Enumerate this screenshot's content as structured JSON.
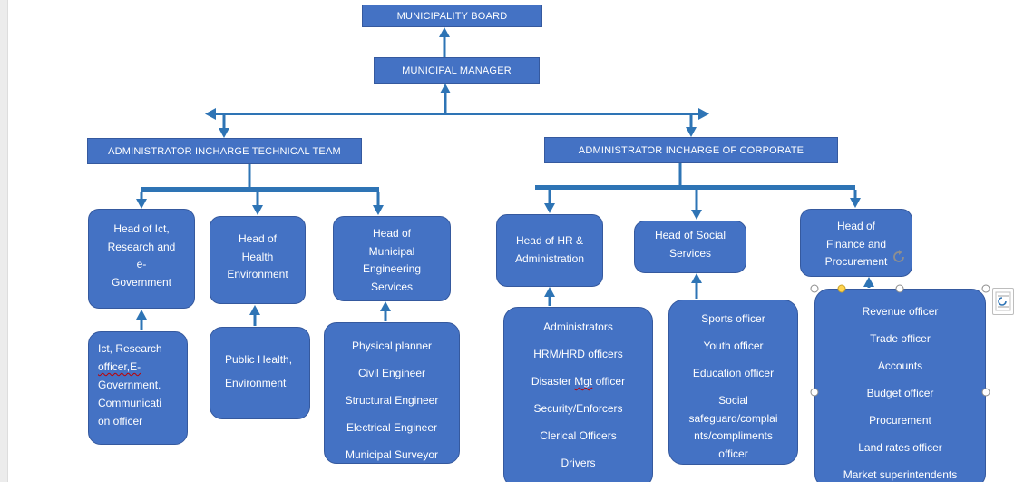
{
  "colors": {
    "shape_fill": "#4472C4",
    "shape_border": "#35599E",
    "connector": "#2E74B5",
    "text": "#FFFFFF",
    "spellcheck_underline": "#C00000",
    "selection_handle_border": "#8C8C8C",
    "adjust_handle": "#FFD34F",
    "page_background": "#FFFFFF"
  },
  "icons": {
    "rotate_handle": "circular-arrow",
    "layout_options": "layout-options-page"
  },
  "org": {
    "board": "MUNICIPALITY BOARD",
    "manager": "MUNICIPAL MANAGER",
    "admin_technical": "ADMINISTRATOR INCHARGE TECHNICAL TEAM",
    "admin_corporate": "ADMINISTRATOR INCHARGE OF CORPORATE",
    "head_ict": {
      "lines": [
        "Head of Ict,",
        "Research and",
        "e-",
        "Government"
      ]
    },
    "head_health": {
      "lines": [
        "Head of",
        "Health",
        "Environment"
      ]
    },
    "head_engineering": {
      "lines": [
        "Head of",
        "Municipal",
        "Engineering",
        "Services"
      ]
    },
    "head_hr": {
      "lines": [
        "Head of HR &",
        "Administration"
      ]
    },
    "head_social": {
      "lines": [
        "Head of Social",
        "Services"
      ]
    },
    "head_finance": {
      "lines": [
        "Head of",
        "Finance and",
        "Procurement"
      ]
    },
    "staff_ict": {
      "lines": [
        "Ict, Research",
        "officer,E-",
        "Government.",
        "Communicati",
        "on officer"
      ]
    },
    "staff_health": {
      "lines": [
        "Public Health,",
        "Environment"
      ]
    },
    "staff_engineering": {
      "lines": [
        "Physical planner",
        "Civil Engineer",
        "Structural Engineer",
        "Electrical Engineer",
        "Municipal Surveyor"
      ]
    },
    "staff_hr": {
      "line1": "Administrators",
      "line2": "HRM/HRD officers",
      "line3_pre": "Disaster ",
      "line3_misspelled": "Mgt",
      "line3_post": " officer",
      "line4": "Security/Enforcers",
      "line5": "Clerical Officers",
      "line6": "Drivers"
    },
    "staff_social": {
      "lines": [
        "Sports officer",
        "Youth officer",
        "Education officer",
        "Social",
        "safeguard/complai",
        "nts/compliments",
        "officer"
      ]
    },
    "staff_finance": {
      "lines": [
        "Revenue officer",
        "Trade officer",
        "Accounts",
        "Budget officer",
        "Procurement",
        "Land rates officer",
        "Market superintendents"
      ]
    }
  }
}
